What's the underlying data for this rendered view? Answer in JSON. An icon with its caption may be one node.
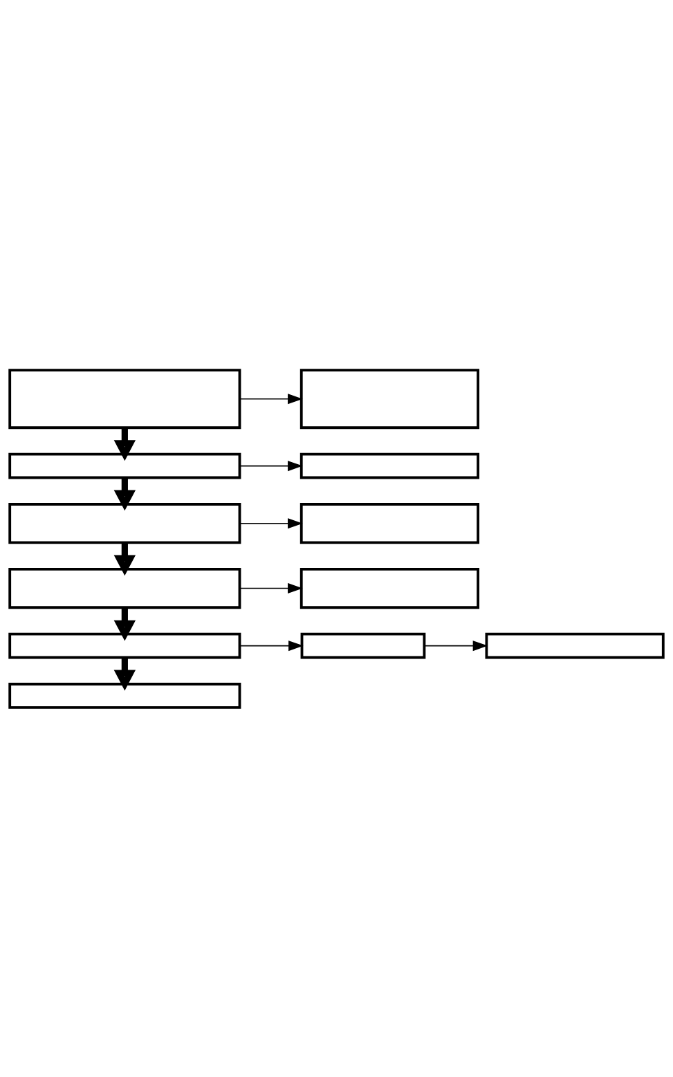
{
  "diagram": {
    "nodes": [
      {
        "text": [],
        "shape": "box"
      },
      {
        "text": [],
        "shape": "box"
      },
      {
        "text": [],
        "shape": "box"
      },
      {
        "text": [],
        "shape": "box"
      },
      {
        "text": [],
        "shape": "box"
      },
      {
        "text": [],
        "shape": "box"
      },
      {
        "text": [],
        "shape": "box"
      },
      {
        "text": [],
        "shape": "box"
      },
      {
        "text": [],
        "shape": "box"
      },
      {
        "text": [],
        "shape": "box"
      },
      {
        "text": [],
        "shape": "box"
      },
      {
        "text": [],
        "shape": "box"
      }
    ],
    "edges": [
      {
        "from": 0,
        "to": 1,
        "arrow": "to"
      },
      {
        "from": 0,
        "to": 2,
        "arrow": "to",
        "style": "thick"
      },
      {
        "from": 2,
        "to": 3,
        "arrow": "to"
      },
      {
        "from": 2,
        "to": 4,
        "arrow": "to",
        "style": "thick"
      },
      {
        "from": 4,
        "to": 5,
        "arrow": "to"
      },
      {
        "from": 4,
        "to": 6,
        "arrow": "to",
        "style": "thick"
      },
      {
        "from": 6,
        "to": 7,
        "arrow": "to"
      },
      {
        "from": 6,
        "to": 8,
        "arrow": "to",
        "style": "thick"
      },
      {
        "from": 8,
        "to": 9,
        "arrow": "to"
      },
      {
        "from": 9,
        "to": 10,
        "arrow": "to"
      },
      {
        "from": 8,
        "to": 11,
        "arrow": "to",
        "style": "thick"
      }
    ]
  }
}
